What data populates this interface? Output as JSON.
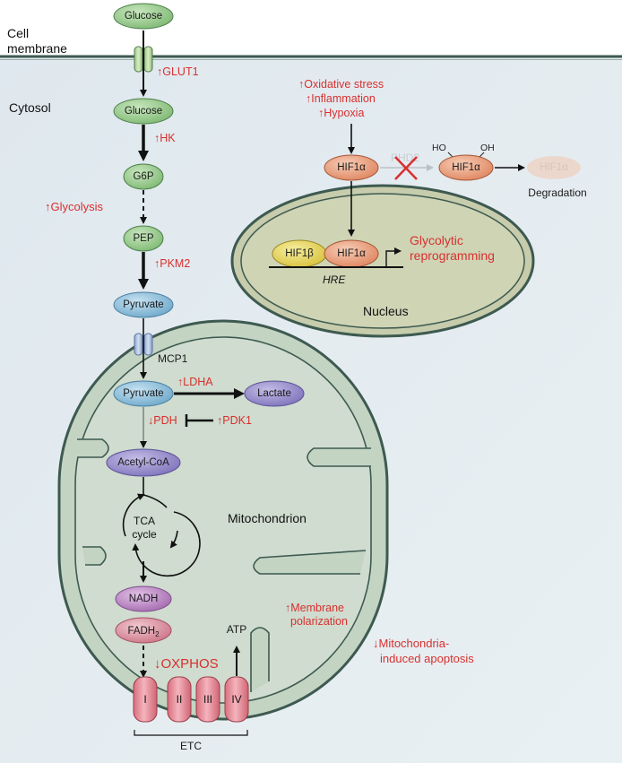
{
  "regions": {
    "cell_membrane": [
      "Cell",
      "membrane"
    ],
    "cytosol": "Cytosol",
    "nucleus": "Nucleus",
    "mitochondrion": "Mitochondrion"
  },
  "metabolites": {
    "glucose_out": "Glucose",
    "glucose_in": "Glucose",
    "g6p": "G6P",
    "pep": "PEP",
    "pyruvate_cyto": "Pyruvate",
    "pyruvate_mito": "Pyruvate",
    "lactate": "Lactate",
    "acetyl_coa": "Acetyl-CoA",
    "nadh": "NADH",
    "fadh2_main": "FADH",
    "fadh2_sub": "2",
    "atp": "ATP"
  },
  "tca": [
    "TCA",
    "cycle"
  ],
  "transporters": {
    "mcp1": "MCP1"
  },
  "regulators": {
    "glut1": "GLUT1",
    "hk": "HK",
    "glycolysis": "Glycolysis",
    "pkm2": "PKM2",
    "ldha": "LDHA",
    "pdh": "PDH",
    "pdk1": "PDK1",
    "oxphos": "OXPHOS",
    "membrane_polarization": [
      "Membrane",
      "polarization"
    ],
    "mito_apoptosis": [
      "Mitochondria-",
      "induced apoptosis"
    ]
  },
  "hif": {
    "stimuli": [
      "Oxidative stress",
      "Inflammation",
      "Hypoxia"
    ],
    "hif1a": "HIF1α",
    "hif1a_hydroxylated": "HIF1α",
    "hif1a_degraded": "HIF1α",
    "hif1b": "HIF1β",
    "hif1a_nuclear": "HIF1α",
    "phd2": "PHD2",
    "ho": "HO",
    "oh": "OH",
    "degradation": "Degradation",
    "hre": "HRE",
    "glycolytic_reprogramming": [
      "Glycolytic",
      "reprogramming"
    ]
  },
  "etc": {
    "label": "ETC",
    "complexes": [
      "I",
      "II",
      "III",
      "IV"
    ]
  },
  "colors": {
    "background": "#e3ebef",
    "membrane": "#3e5a50",
    "red_text": "#d8302f",
    "green_node": "#93c98a",
    "blue_node": "#7fb5d3",
    "purple_node": "#9387c6",
    "magenta_node": "#b87fbf",
    "pink_node": "#d78a9a",
    "orange_node": "#e89a76",
    "yellow_node": "#e6d55a",
    "mito_fill": "#c6d6c6",
    "nucleus_fill": "#c6ccac"
  }
}
